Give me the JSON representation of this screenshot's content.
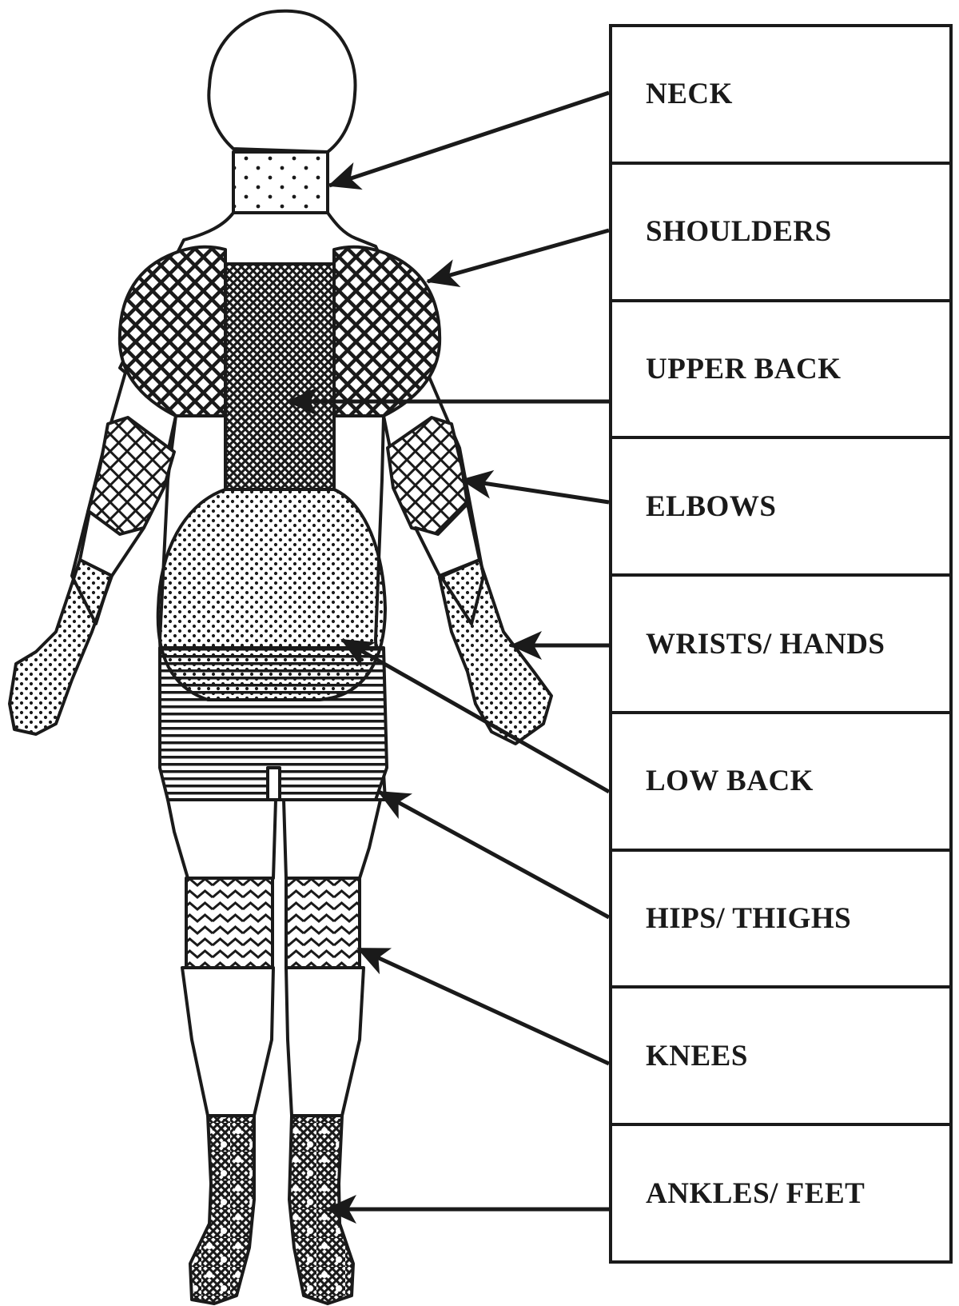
{
  "body_regions": [
    {
      "id": "neck",
      "label": "NECK",
      "pattern": "sparse-dots"
    },
    {
      "id": "shoulders",
      "label": "SHOULDERS",
      "pattern": "diamond-crosshatch"
    },
    {
      "id": "upper-back",
      "label": "UPPER BACK",
      "pattern": "dense-crosshatch"
    },
    {
      "id": "elbows",
      "label": "ELBOWS",
      "pattern": "grid"
    },
    {
      "id": "wrists-hands",
      "label": "WRISTS/ HANDS",
      "pattern": "dots"
    },
    {
      "id": "low-back",
      "label": "LOW BACK",
      "pattern": "dots"
    },
    {
      "id": "hips-thighs",
      "label": "HIPS/ THIGHS",
      "pattern": "horizontal-stripes"
    },
    {
      "id": "knees",
      "label": "KNEES",
      "pattern": "zigzag"
    },
    {
      "id": "ankles-feet",
      "label": "ANKLES/ FEET",
      "pattern": "dense-crosshatch-with-dots"
    }
  ],
  "colors": {
    "ink": "#1a1a1a",
    "background": "#ffffff"
  }
}
